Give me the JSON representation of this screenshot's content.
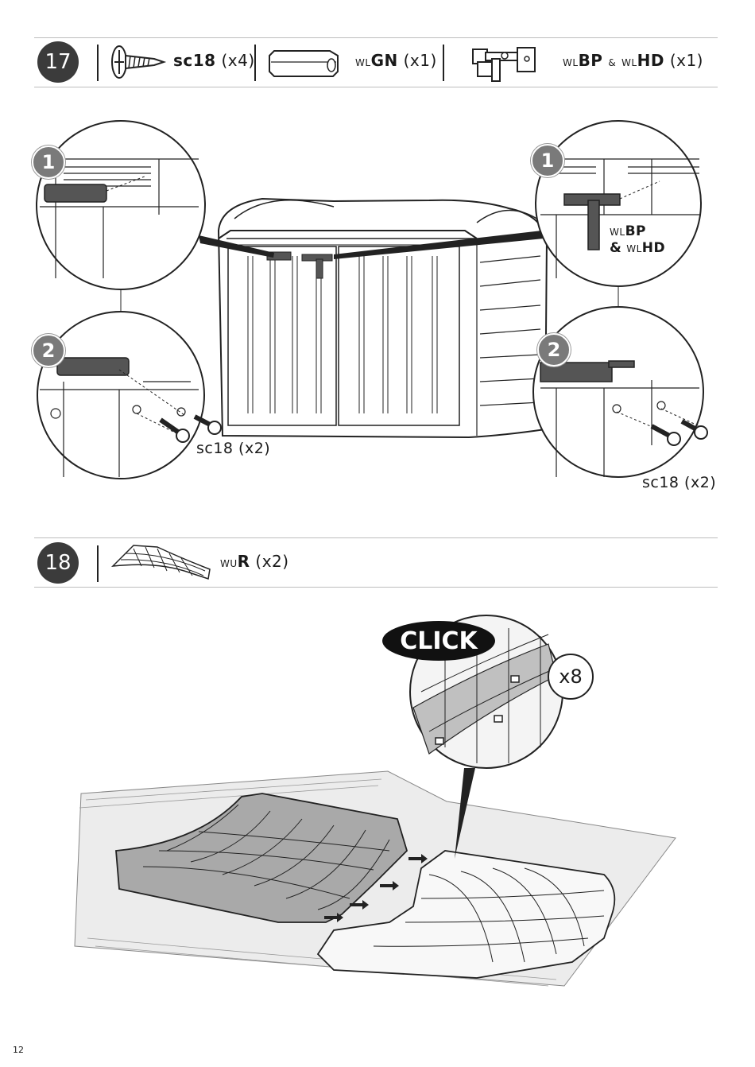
{
  "step17": {
    "number": "17",
    "parts": [
      {
        "icon": "screw-icon",
        "code": "sc18",
        "qty": "(x4)"
      },
      {
        "icon": "handle-icon",
        "prefix": "WL",
        "code": "GN",
        "qty": "(x1)"
      },
      {
        "icon": "latch-bolt-icon",
        "prefix1": "WL",
        "code1": "BP",
        "amp": "&",
        "prefix2": "WL",
        "code2": "HD",
        "qty": "(x1)"
      }
    ],
    "callouts": {
      "left_top_badge": "1",
      "left_bottom_badge": "2",
      "right_top_badge": "1",
      "right_bottom_badge": "2",
      "right_top_label_line1_prefix": "WL",
      "right_top_label_line1_code": "BP",
      "right_top_label_line2_amp": "&",
      "right_top_label_line2_prefix": "WL",
      "right_top_label_line2_code": "HD",
      "left_screws": "sc18 (x2)",
      "right_screws": "sc18 (x2)"
    }
  },
  "step18": {
    "number": "18",
    "part": {
      "icon": "roof-panel-icon",
      "prefix": "WU",
      "code": "R",
      "qty": "(x2)"
    },
    "click_label": "CLICK",
    "count_label": "x8"
  },
  "page_number": "12"
}
